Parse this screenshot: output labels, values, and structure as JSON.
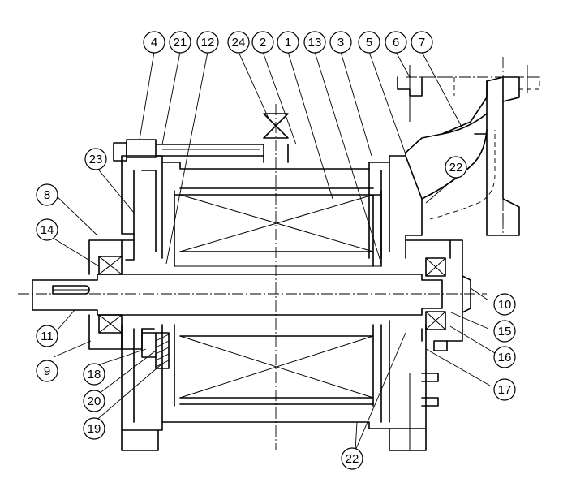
{
  "drawing": {
    "labels": [
      {
        "id": "4",
        "text": "4"
      },
      {
        "id": "21",
        "text": "21"
      },
      {
        "id": "12",
        "text": "12"
      },
      {
        "id": "24",
        "text": "24"
      },
      {
        "id": "2",
        "text": "2"
      },
      {
        "id": "1",
        "text": "1"
      },
      {
        "id": "13",
        "text": "13"
      },
      {
        "id": "3",
        "text": "3"
      },
      {
        "id": "5",
        "text": "5"
      },
      {
        "id": "6",
        "text": "6"
      },
      {
        "id": "7",
        "text": "7"
      },
      {
        "id": "23",
        "text": "23"
      },
      {
        "id": "22a",
        "text": "22"
      },
      {
        "id": "8",
        "text": "8"
      },
      {
        "id": "14",
        "text": "14"
      },
      {
        "id": "11",
        "text": "11"
      },
      {
        "id": "9",
        "text": "9"
      },
      {
        "id": "18",
        "text": "18"
      },
      {
        "id": "20",
        "text": "20"
      },
      {
        "id": "19",
        "text": "19"
      },
      {
        "id": "10",
        "text": "10"
      },
      {
        "id": "15",
        "text": "15"
      },
      {
        "id": "16",
        "text": "16"
      },
      {
        "id": "17",
        "text": "17"
      },
      {
        "id": "22b",
        "text": "22"
      }
    ]
  }
}
